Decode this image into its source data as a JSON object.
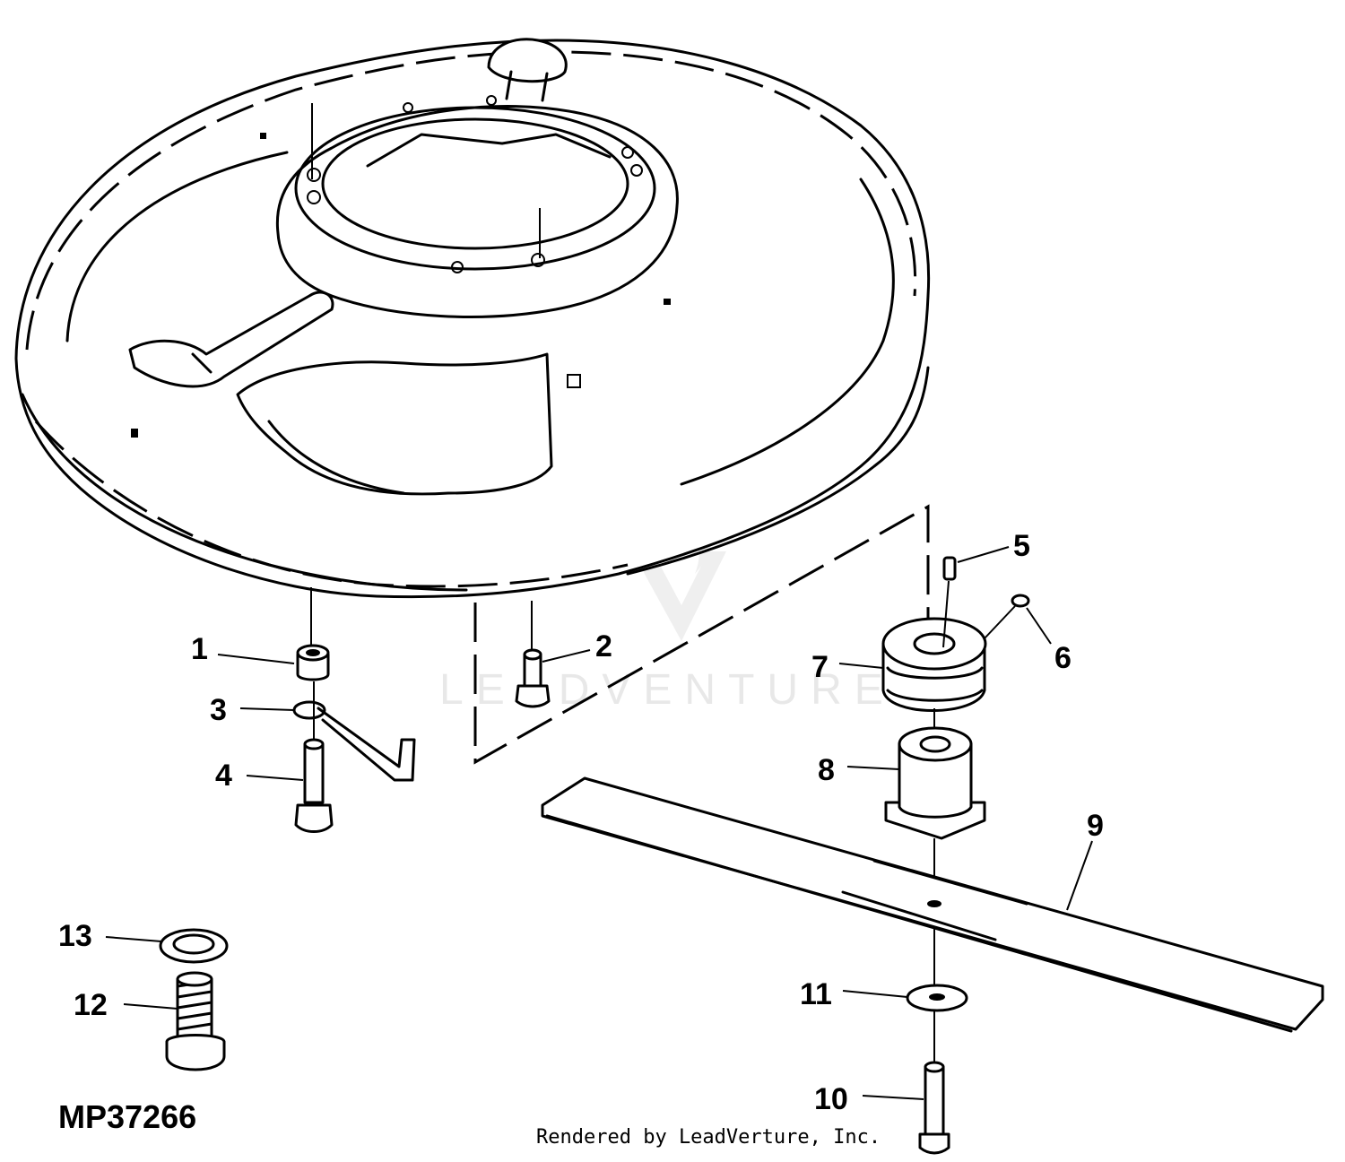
{
  "figure_id": "MP37266",
  "credit": "Rendered by LeadVerture, Inc.",
  "watermark": "LEADVENTURE",
  "callouts": [
    {
      "num": "1"
    },
    {
      "num": "2"
    },
    {
      "num": "3"
    },
    {
      "num": "4"
    },
    {
      "num": "5"
    },
    {
      "num": "6"
    },
    {
      "num": "7"
    },
    {
      "num": "8"
    },
    {
      "num": "9"
    },
    {
      "num": "10"
    },
    {
      "num": "11"
    },
    {
      "num": "12"
    },
    {
      "num": "13"
    }
  ],
  "colors": {
    "line": "#000000",
    "background": "#ffffff",
    "watermark": "#e6e6e6"
  }
}
